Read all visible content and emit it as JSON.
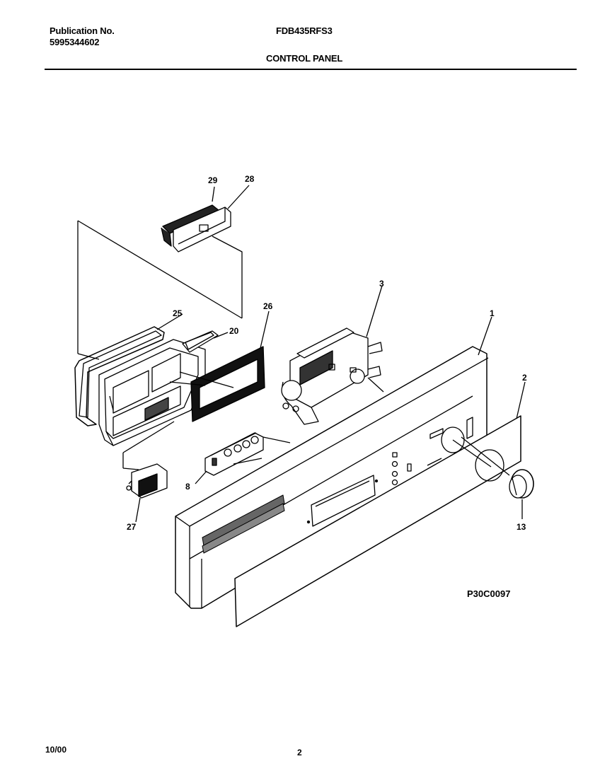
{
  "header": {
    "publication_label": "Publication No.",
    "publication_number": "5995344602",
    "model": "FDB435RFS3",
    "section_title": "CONTROL PANEL"
  },
  "callouts": {
    "p29": "29",
    "p28": "28",
    "p3": "3",
    "p1": "1",
    "p25": "25",
    "p26": "26",
    "p20": "20",
    "p2": "2",
    "p8": "8",
    "p27": "27",
    "p13": "13"
  },
  "diagram_code": "P30C0097",
  "footer": {
    "date": "10/00",
    "page": "2"
  }
}
